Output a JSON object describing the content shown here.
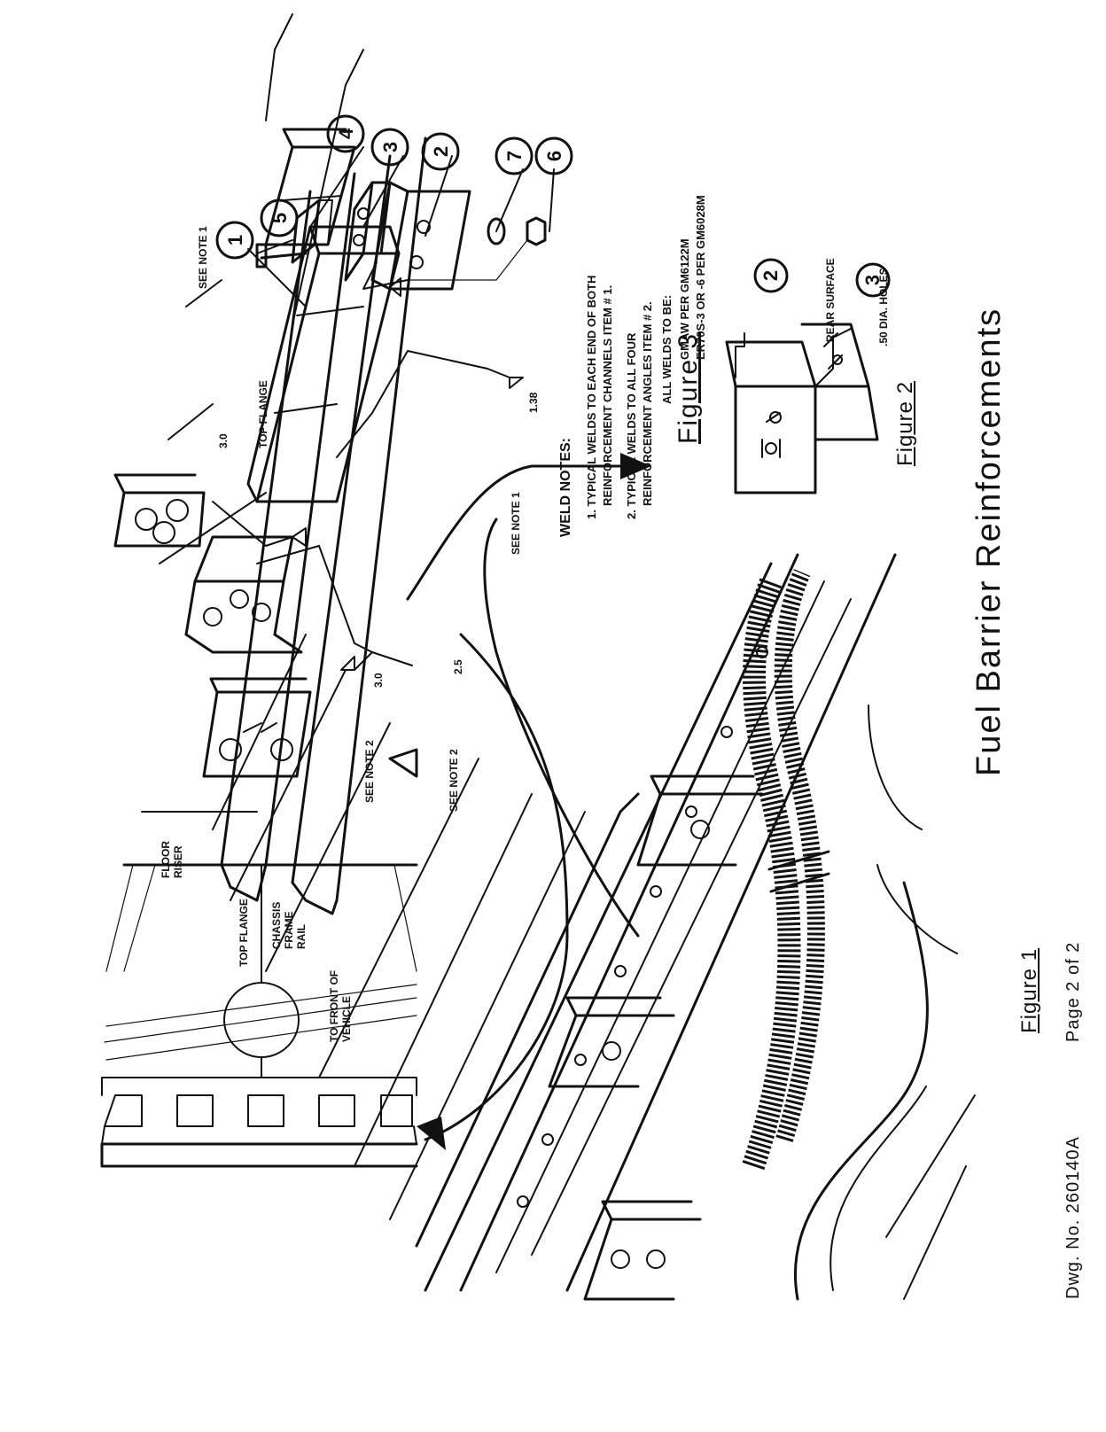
{
  "title": "Fuel Barrier Reinforcements",
  "drawing_number": "Dwg. No. 260140A",
  "page": "Page 2 of 2",
  "figures": {
    "figure1": "Figure 1",
    "figure2": "Figure 2",
    "figure3": "Figure 3"
  },
  "labels": {
    "floor_riser": "FLOOR RISER",
    "top_flange_left": "TOP FLANGE",
    "chassis_frame_rail": "CHASSIS FRAME RAIL",
    "to_front": "TO FRONT OF VEHICLE",
    "see_note_2_a": "SEE NOTE 2",
    "see_note_2_b": "SEE NOTE 2",
    "see_note_1_a": "SEE NOTE 1",
    "see_note_1_b": "SEE NOTE 1",
    "top_flange_right": "TOP FLANGE",
    "rear_surface": "REAR SURFACE",
    "hole_dia": ".50 DIA. HOLES"
  },
  "weld_symbols": {
    "w1": "3.0",
    "w2": "2.5",
    "w3": "3.0",
    "w4": "1.38"
  },
  "weld_notes": {
    "heading": "WELD NOTES:",
    "note1_line1": "1. TYPICAL WELDS TO EACH END OF BOTH",
    "note1_line2": "REINFORCEMENT CHANNELS ITEM # 1.",
    "note2_line1": "2. TYPICAL WELDS TO ALL FOUR",
    "note2_line2": "REINFORCEMENT ANGLES ITEM # 2."
  },
  "weld_spec": {
    "line1": "ALL WELDS TO BE:",
    "line2": "GMAW PER GM6122M",
    "line3": "ER70S-3 OR -6 PER GM6028M"
  },
  "callouts": [
    "1",
    "2",
    "3",
    "4",
    "5",
    "6",
    "7"
  ],
  "figure2_callouts": [
    "2",
    "3"
  ]
}
